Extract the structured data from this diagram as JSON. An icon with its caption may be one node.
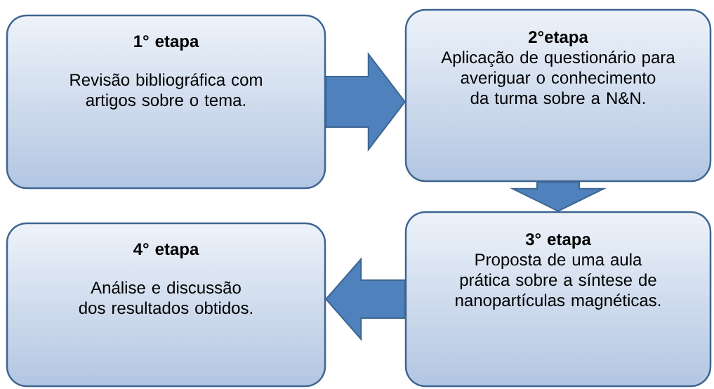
{
  "diagram": {
    "nodes": [
      {
        "text": [
          "1° etapa",
          "Revisão bibliográfica com artigos sobre o tema."
        ]
      },
      {
        "text": [
          "2°etapa",
          "Aplicação de questionário para averiguar o conhecimento da turma sobre a N&N."
        ]
      },
      {
        "text": [
          "3° etapa",
          "Proposta de uma aula prática sobre a síntese de nanopartículas magnéticas."
        ]
      },
      {
        "text": [
          "4° etapa",
          "Análise e discussão dos resultados obtidos."
        ]
      }
    ],
    "edges": [
      {
        "from": 0,
        "to": 1,
        "arrow": "to"
      },
      {
        "from": 1,
        "to": 2,
        "arrow": "to"
      },
      {
        "from": 2,
        "to": 3,
        "arrow": "to"
      }
    ]
  }
}
